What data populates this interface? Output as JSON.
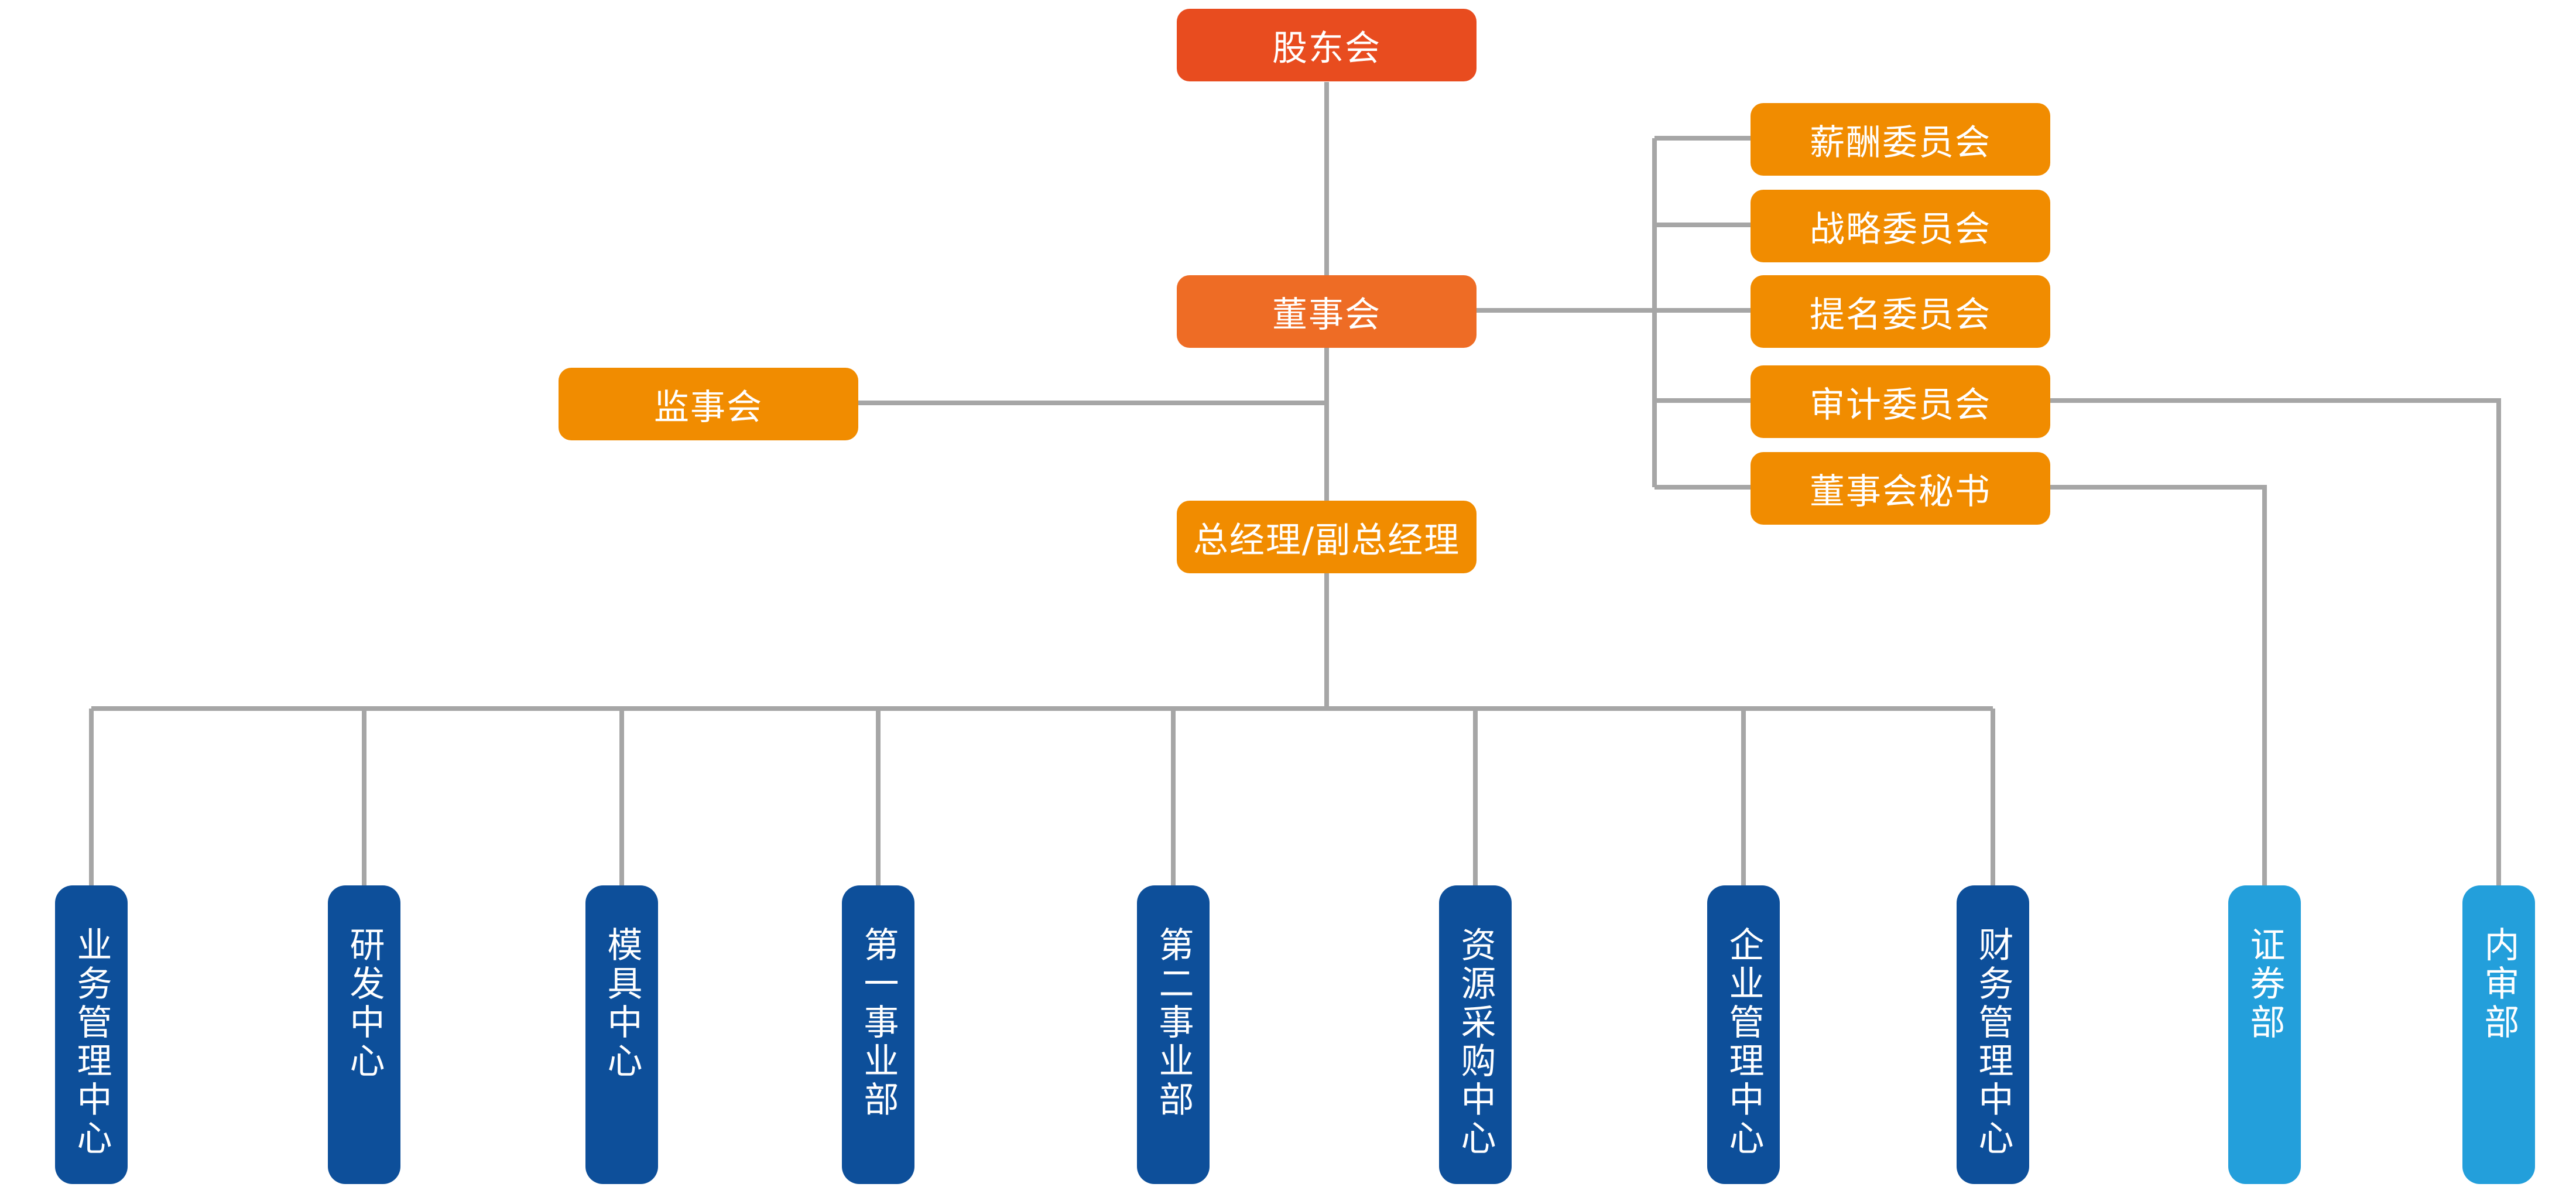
{
  "colors": {
    "line": "#a6a6a6",
    "shareholders": "#e84c1f",
    "board": "#ee6c25",
    "orange": "#f18c00",
    "dark_blue": "#0d4f9a",
    "light_blue": "#239fdb"
  },
  "top": {
    "shareholders": "股东会",
    "board": "董事会",
    "supervisory": "监事会",
    "gm": "总经理/副总经理"
  },
  "committees": [
    "薪酬委员会",
    "战略委员会",
    "提名委员会",
    "审计委员会",
    "董事会秘书"
  ],
  "departments": [
    "业务管理中心",
    "研发中心",
    "模具中心",
    "第一事业部",
    "第二事业部",
    "资源采购中心",
    "企业管理中心",
    "财务管理中心"
  ],
  "board_departments": [
    "证券部",
    "内审部"
  ]
}
